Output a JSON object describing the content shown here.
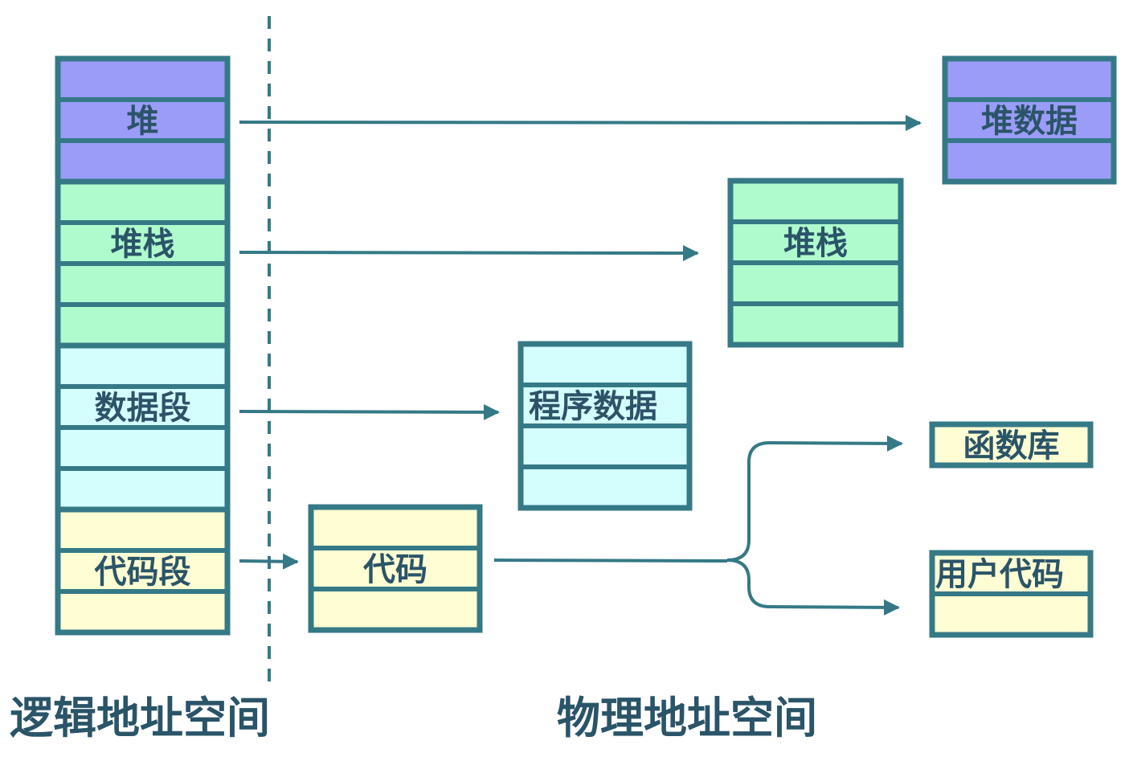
{
  "colors": {
    "border": "#357986",
    "text": "#2a5468",
    "heap": "#9a9cf7",
    "stack": "#b0fbcd",
    "data": "#d4fefe",
    "code": "#fefdd3"
  },
  "logical": {
    "title": "逻辑地址空间",
    "segments": [
      {
        "id": "heap",
        "label": "堆",
        "color_key": "heap",
        "rows": 3,
        "label_row": 1
      },
      {
        "id": "stack",
        "label": "堆栈",
        "color_key": "stack",
        "rows": 4,
        "label_row": 1
      },
      {
        "id": "data",
        "label": "数据段",
        "color_key": "data",
        "rows": 4,
        "label_row": 1
      },
      {
        "id": "code",
        "label": "代码段",
        "color_key": "code",
        "rows": 3,
        "label_row": 1
      }
    ]
  },
  "physical": {
    "title": "物理地址空间",
    "blocks": [
      {
        "id": "heap-data",
        "label": "堆数据",
        "color_key": "heap",
        "rows": 3,
        "label_row": 1
      },
      {
        "id": "stack",
        "label": "堆栈",
        "color_key": "stack",
        "rows": 4,
        "label_row": 1
      },
      {
        "id": "program-data",
        "label": "程序数据",
        "color_key": "data",
        "rows": 4,
        "label_row": 1
      },
      {
        "id": "code",
        "label": "代码",
        "color_key": "code",
        "rows": 3,
        "label_row": 1
      },
      {
        "id": "library",
        "label": "函数库",
        "color_key": "code",
        "rows": 1,
        "label_row": 0
      },
      {
        "id": "user-code",
        "label": "用户代码",
        "color_key": "code",
        "rows": 2,
        "label_row": 0
      }
    ]
  },
  "mappings": [
    {
      "from": "heap",
      "to": "heap-data"
    },
    {
      "from": "stack",
      "to": "stack"
    },
    {
      "from": "data",
      "to": "program-data"
    },
    {
      "from": "code",
      "to": "code"
    },
    {
      "from": "code",
      "to": "library"
    },
    {
      "from": "code",
      "to": "user-code"
    }
  ]
}
